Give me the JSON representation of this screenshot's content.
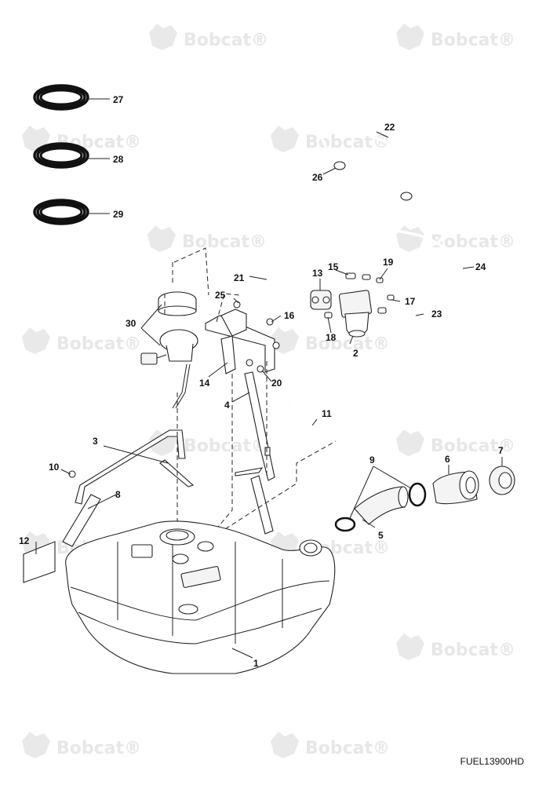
{
  "watermark": {
    "brand": "Bobcat",
    "mark": "®",
    "icon": "bobcat-logo-icon"
  },
  "drawing_ref": "FUEL13900HD",
  "callouts": {
    "c1": "1",
    "c2": "2",
    "c3": "3",
    "c4": "4",
    "c5": "5",
    "c6": "6",
    "c7": "7",
    "c8": "8",
    "c9": "9",
    "c10": "10",
    "c11": "11",
    "c12": "12",
    "c13": "13",
    "c14": "14",
    "c15": "15",
    "c16": "16",
    "c17": "17",
    "c18": "18",
    "c19": "19",
    "c20": "20",
    "c21": "21",
    "c22": "22",
    "c23": "23",
    "c24": "24",
    "c25": "25",
    "c26": "26",
    "c27": "27",
    "c28": "28",
    "c29": "29",
    "c30": "30"
  }
}
